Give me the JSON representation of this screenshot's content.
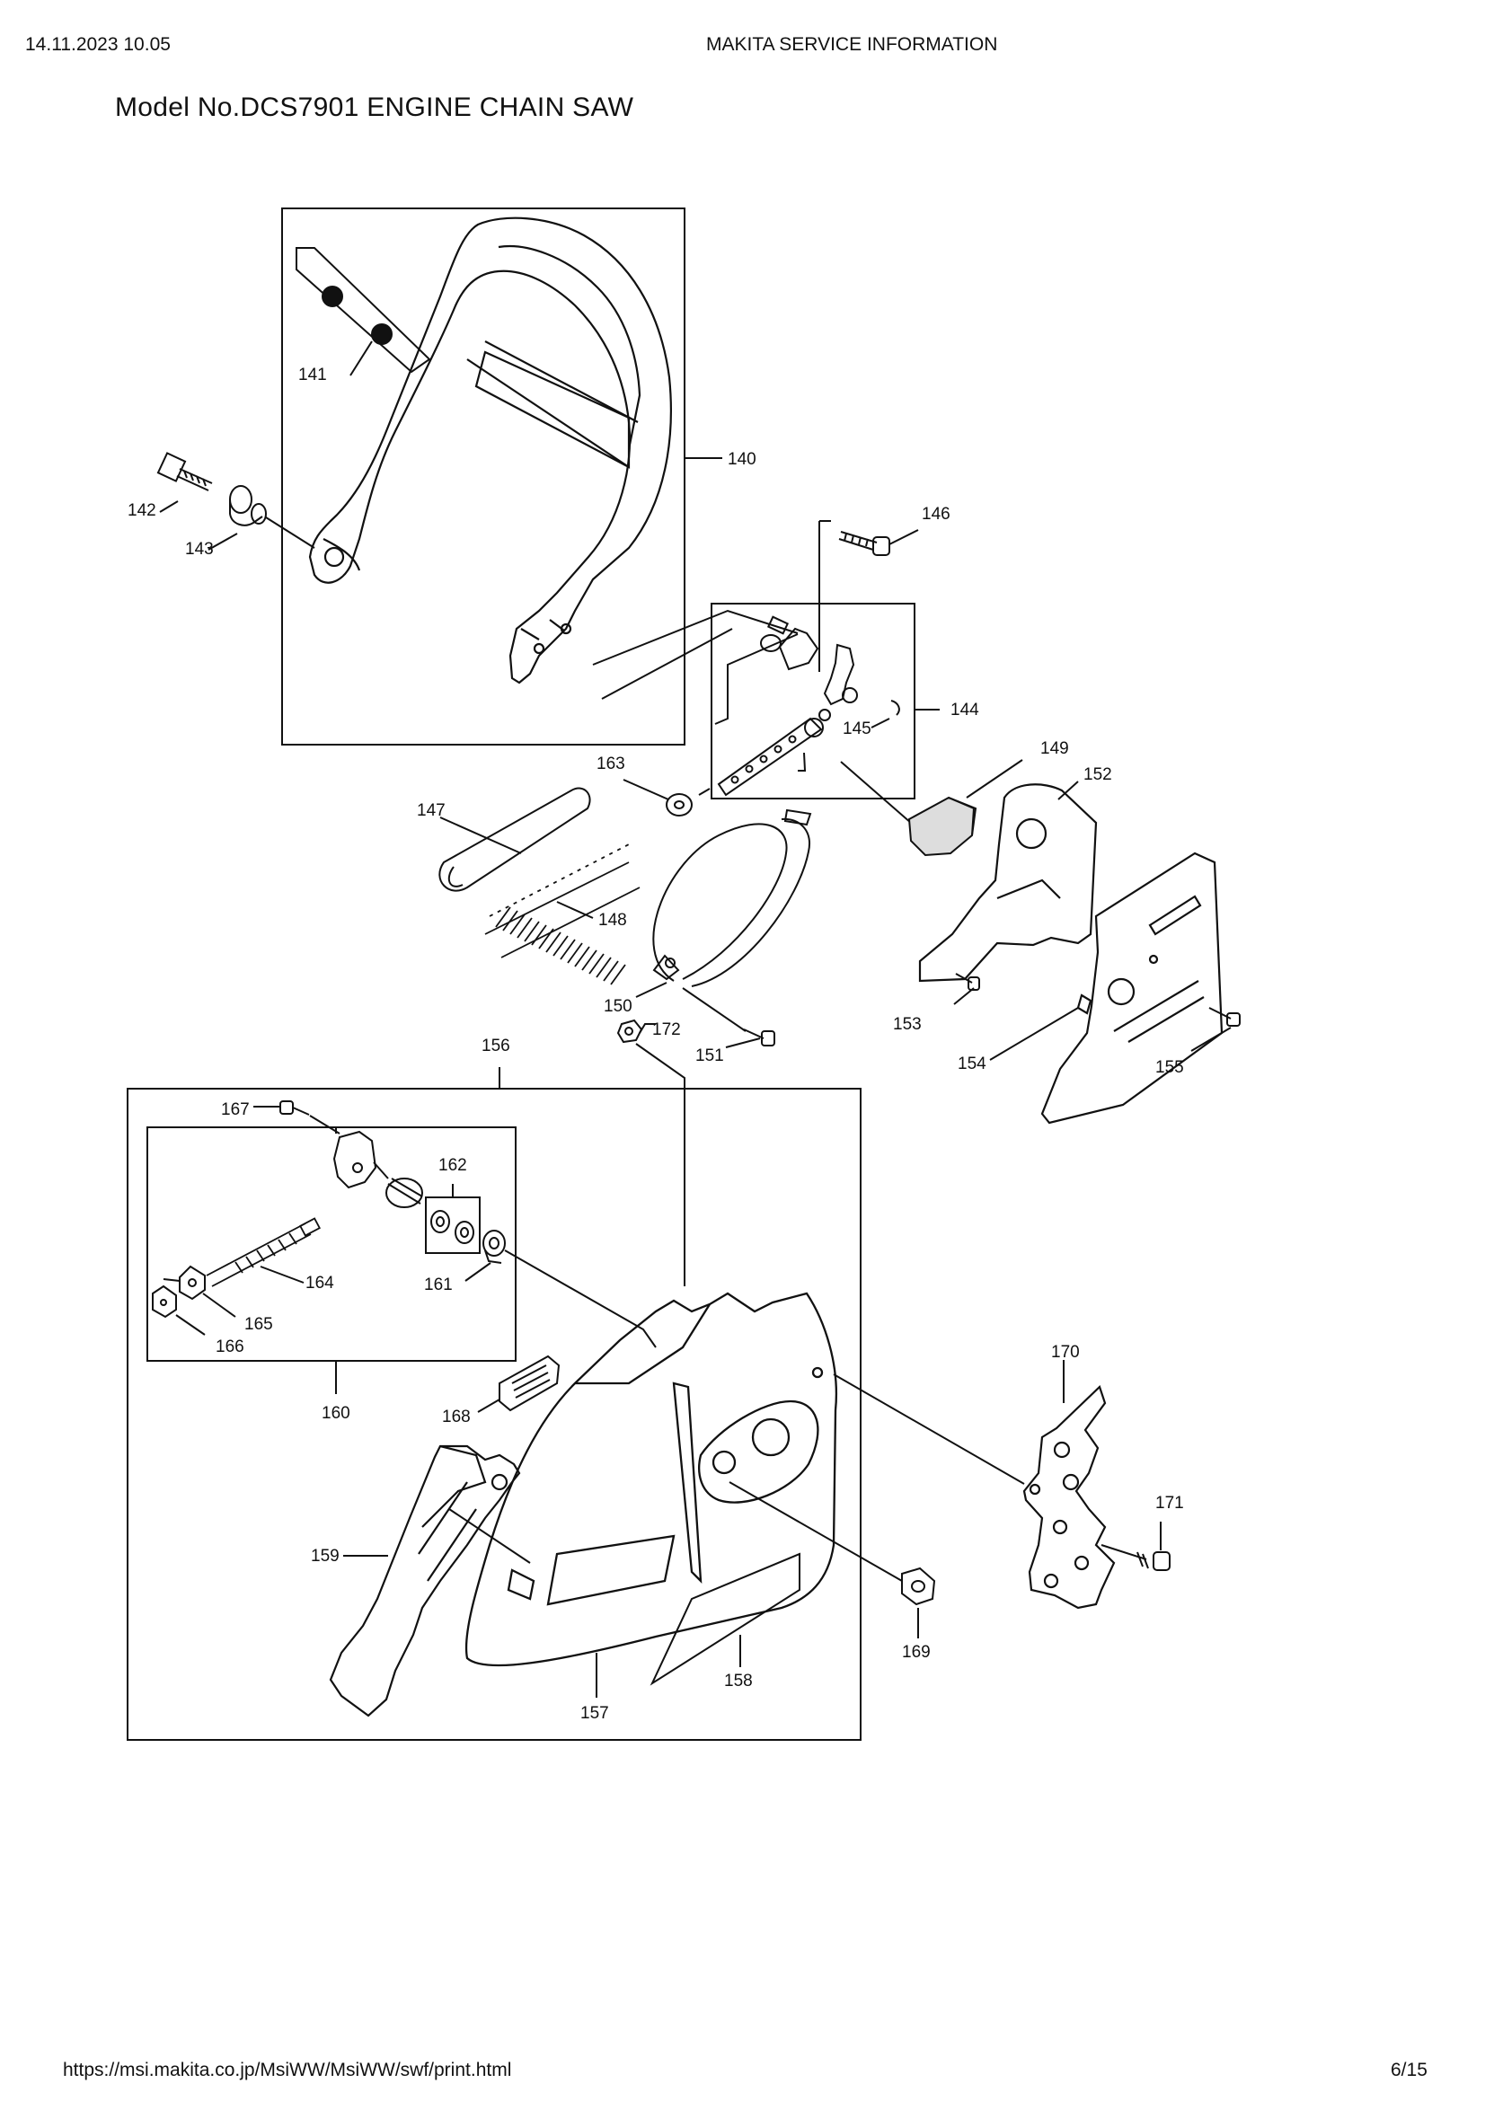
{
  "header": {
    "datetime": "14.11.2023 10.05",
    "site_title": "MAKITA SERVICE INFORMATION"
  },
  "model_title": "Model No.DCS7901 ENGINE CHAIN SAW",
  "parts": {
    "p140": "140",
    "p141": "141",
    "p142": "142",
    "p143": "143",
    "p144": "144",
    "p145": "145",
    "p146": "146",
    "p147": "147",
    "p148": "148",
    "p149": "149",
    "p150": "150",
    "p151": "151",
    "p152": "152",
    "p153": "153",
    "p154": "154",
    "p155": "155",
    "p156": "156",
    "p157": "157",
    "p158": "158",
    "p159": "159",
    "p160": "160",
    "p161": "161",
    "p162": "162",
    "p163": "163",
    "p164": "164",
    "p165": "165",
    "p166": "166",
    "p167": "167",
    "p168": "168",
    "p169": "169",
    "p170": "170",
    "p171": "171",
    "p172": "172"
  },
  "footer": {
    "url": "https://msi.makita.co.jp/MsiWW/MsiWW/swf/print.html",
    "page": "6/15"
  }
}
